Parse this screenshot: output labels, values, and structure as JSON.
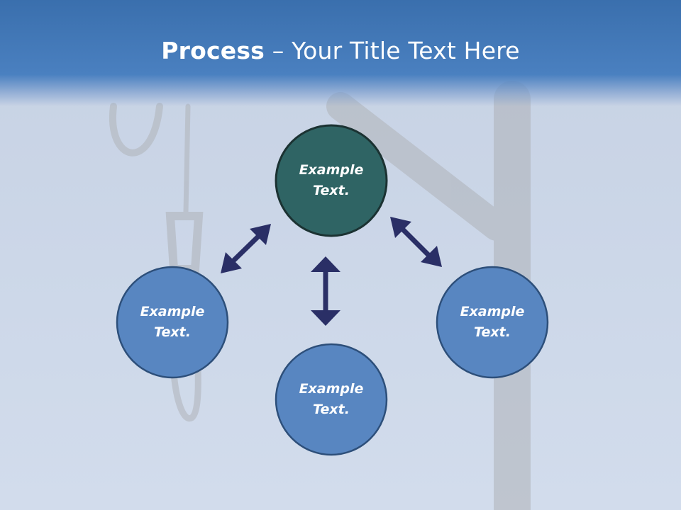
{
  "title": {
    "bold": "Process",
    "rest": " – Your Title Text Here"
  },
  "nodes": {
    "center": {
      "line1": "Example",
      "line2": "Text."
    },
    "left": {
      "line1": "Example",
      "line2": "Text."
    },
    "right": {
      "line1": "Example",
      "line2": "Text."
    },
    "bottom": {
      "line1": "Example",
      "line2": "Text."
    }
  },
  "colors": {
    "center_fill": "#2f6464",
    "node_fill": "#5886c1",
    "node_stroke": "#2d4f7a",
    "arrow": "#2a2f66"
  }
}
